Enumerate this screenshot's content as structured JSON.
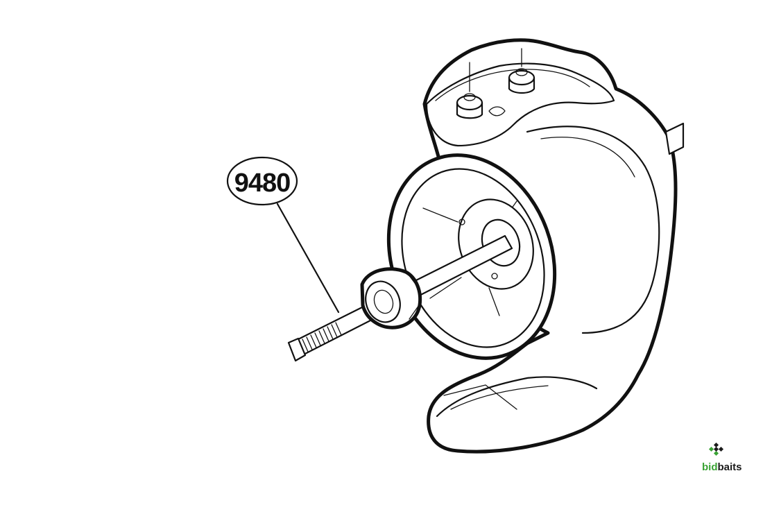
{
  "diagram": {
    "part_number_label": "9480"
  },
  "brand": {
    "logo_text_prefix": "bid",
    "logo_text_suffix": "baits",
    "colors": {
      "green": "#3aa335",
      "dark": "#1a1a1a"
    }
  }
}
